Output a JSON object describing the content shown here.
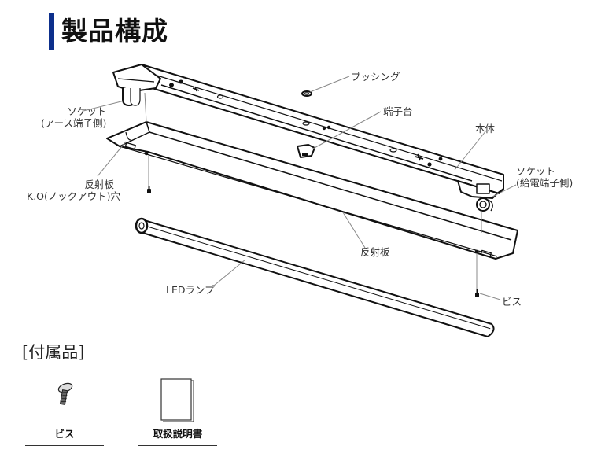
{
  "header": {
    "title": "製品構成",
    "accent_color": "#0d2f8c"
  },
  "diagram": {
    "labels": {
      "socket_earth": {
        "line1": "ソケット",
        "line2": "(アース端子側)"
      },
      "bushing": "ブッシング",
      "terminal_block": "端子台",
      "body": "本体",
      "socket_power": {
        "line1": "ソケット",
        "line2": "(給電端子側)"
      },
      "reflector_ko": {
        "line1": "反射板",
        "line2": "K.O(ノックアウト)穴"
      },
      "reflector": "反射板",
      "led_lamp": "LEDランプ",
      "screw": "ビス"
    }
  },
  "accessories": {
    "heading": "[付属品]",
    "items": [
      {
        "name": "ビス",
        "icon": "screw-icon"
      },
      {
        "name": "取扱説明書",
        "icon": "manual-icon"
      }
    ]
  }
}
